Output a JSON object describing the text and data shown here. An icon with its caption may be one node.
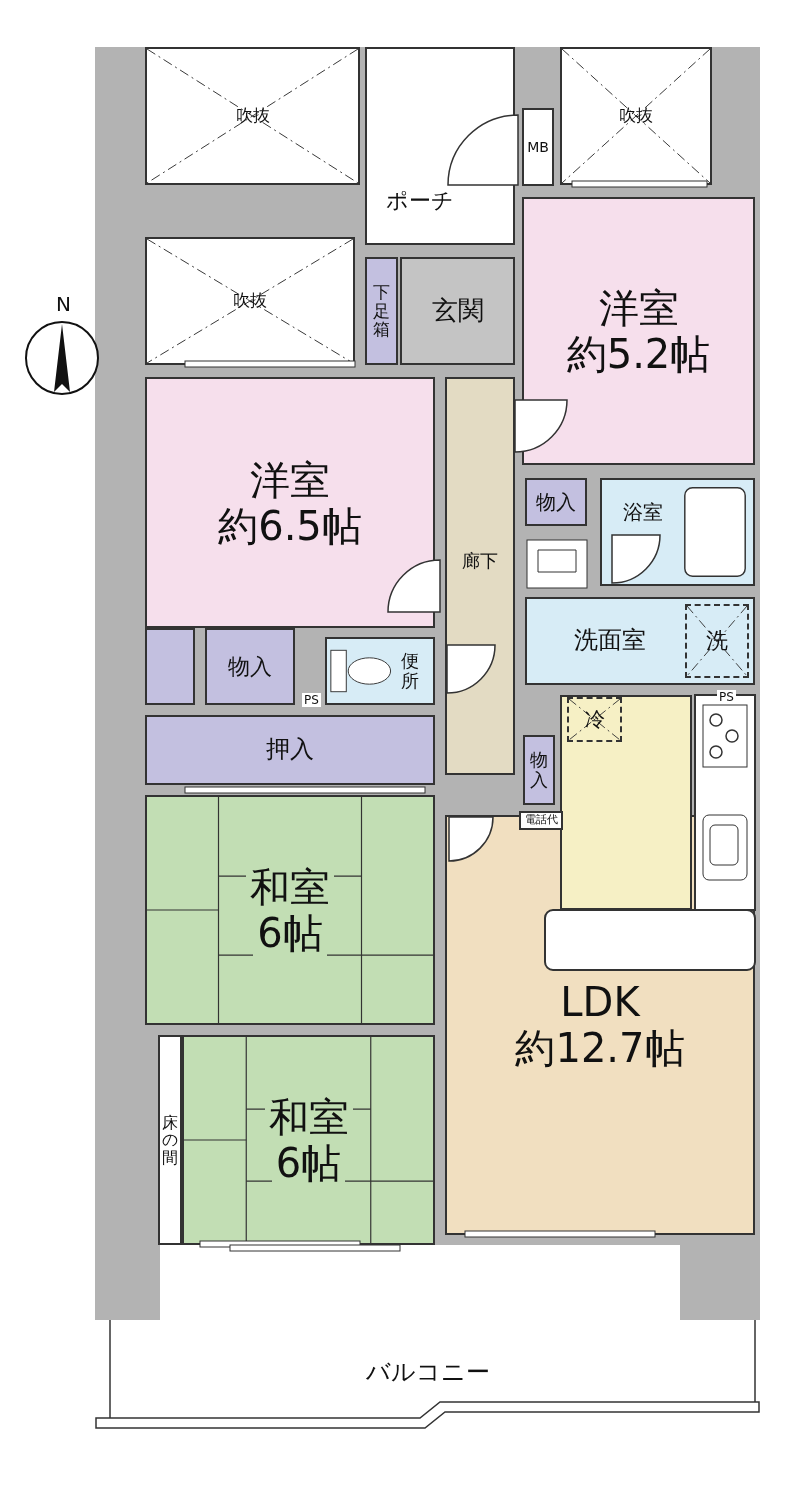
{
  "diagram": {
    "nodes": [
      {
        "text": [
          "吹抜"
        ]
      },
      {
        "text": [
          "ポーチ"
        ]
      },
      {
        "text": [
          "MB"
        ]
      },
      {
        "text": [
          "吹抜"
        ]
      },
      {
        "text": [
          "吹抜"
        ]
      },
      {
        "text": [
          "下足箱"
        ]
      },
      {
        "text": [
          "玄関"
        ]
      },
      {
        "text": [
          "洋室",
          "約5.2帖"
        ]
      },
      {
        "text": [
          "洋室",
          "約6.5帖"
        ]
      },
      {
        "text": [
          "廊下"
        ]
      },
      {
        "text": [
          "物入"
        ]
      },
      {
        "text": [
          "浴室"
        ]
      },
      {
        "text": [
          "洗面室"
        ]
      },
      {
        "text": [
          "洗"
        ],
        "in": 12
      },
      {
        "text": [],
        "shape": "box"
      },
      {
        "text": [
          "物入"
        ]
      },
      {
        "text": [
          "便所"
        ]
      },
      {
        "text": [
          "押入"
        ]
      },
      {
        "text": [
          "物入"
        ]
      },
      {
        "text": [],
        "shape": "box"
      },
      {
        "text": [
          "冷"
        ],
        "in": 19
      },
      {
        "text": [
          "和室",
          "6帖"
        ]
      },
      {
        "text": [
          "LDK",
          "約12.7帖"
        ]
      },
      {
        "text": [
          "電話代"
        ],
        "in": 22
      },
      {
        "text": [
          "床の間"
        ]
      },
      {
        "text": [
          "和室",
          "6帖"
        ]
      },
      {
        "text": [
          "バルコニー"
        ]
      }
    ],
    "edges": [],
    "labels": [
      "N",
      "PS",
      "PS"
    ]
  }
}
